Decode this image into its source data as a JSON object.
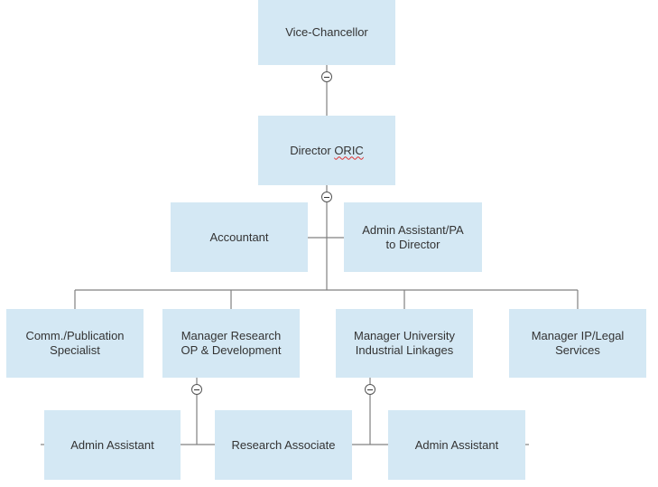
{
  "colors": {
    "box_fill": "#d4e8f4",
    "connector": "#808080",
    "text": "#333333",
    "spell_underline": "#e03030"
  },
  "nodes": {
    "vice_chancellor": "Vice-Chancellor",
    "director_prefix": "Director ",
    "director_acronym": "ORIC",
    "accountant": "Accountant",
    "admin_assistant_pa": "Admin Assistant/PA\nto Director",
    "comm_publication": "Comm./Publication\nSpecialist",
    "manager_research": "Manager Research\nOP & Development",
    "manager_linkages": "Manager University\nIndustrial Linkages",
    "manager_ip_legal": "Manager IP/Legal\nServices",
    "admin_assistant_left": "Admin Assistant",
    "research_associate": "Research Associate",
    "admin_assistant_right": "Admin Assistant"
  },
  "collapse_toggles": [
    {
      "id": "vice-chancellor",
      "icon": "minus-circle-icon"
    },
    {
      "id": "director",
      "icon": "minus-circle-icon"
    },
    {
      "id": "manager-research",
      "icon": "minus-circle-icon"
    },
    {
      "id": "manager-linkages",
      "icon": "minus-circle-icon"
    }
  ]
}
